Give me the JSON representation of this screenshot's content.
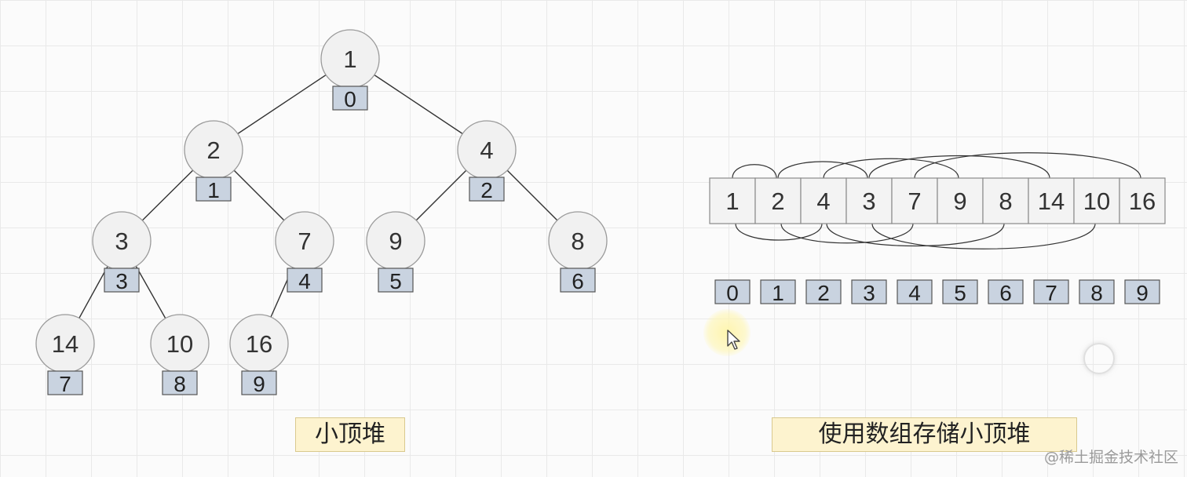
{
  "heap_nodes": [
    {
      "value": "1",
      "index": "0"
    },
    {
      "value": "2",
      "index": "1"
    },
    {
      "value": "4",
      "index": "2"
    },
    {
      "value": "3",
      "index": "3"
    },
    {
      "value": "7",
      "index": "4"
    },
    {
      "value": "9",
      "index": "5"
    },
    {
      "value": "8",
      "index": "6"
    },
    {
      "value": "14",
      "index": "7"
    },
    {
      "value": "10",
      "index": "8"
    },
    {
      "value": "16",
      "index": "9"
    }
  ],
  "heap_edges": [
    [
      0,
      1
    ],
    [
      0,
      2
    ],
    [
      1,
      3
    ],
    [
      1,
      4
    ],
    [
      2,
      5
    ],
    [
      2,
      6
    ],
    [
      3,
      7
    ],
    [
      3,
      8
    ],
    [
      4,
      9
    ]
  ],
  "array_values": [
    "1",
    "2",
    "4",
    "3",
    "7",
    "9",
    "8",
    "14",
    "10",
    "16"
  ],
  "array_indices": [
    "0",
    "1",
    "2",
    "3",
    "4",
    "5",
    "6",
    "7",
    "8",
    "9"
  ],
  "captions": {
    "heap": "小顶堆",
    "array": "使用数组存储小顶堆"
  },
  "watermark": "@稀土掘金技术社区",
  "colors": {
    "node_fill": "#f1f1f1",
    "node_stroke": "#9a9a9a",
    "index_fill": "#c9d3e0",
    "index_stroke": "#555555",
    "cell_fill": "#f3f3f3",
    "caption_fill": "#fdf3cf"
  },
  "icons": [
    "cursor-arrow-icon"
  ]
}
